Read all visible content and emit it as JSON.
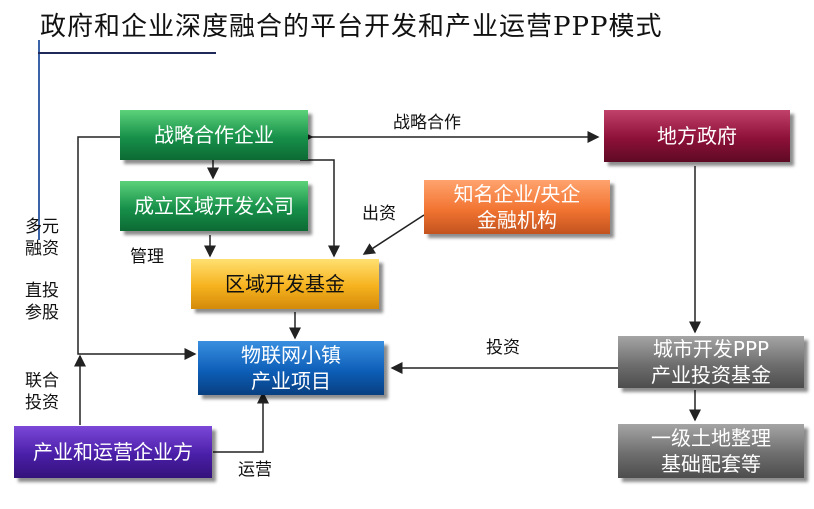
{
  "title": "政府和企业深度融合的平台开发和产业运营PPP模式",
  "nodes": {
    "strategic_partner": "战略合作企业",
    "local_government": "地方政府",
    "regional_dev_company": "成立区域开发公司",
    "famous_enterprises_line1": "知名企业/央企",
    "famous_enterprises_line2": "金融机构",
    "regional_dev_fund": "区域开发基金",
    "iot_town_line1": "物联网小镇",
    "iot_town_line2": "产业项目",
    "city_ppp_fund_line1": "城市开发PPP",
    "city_ppp_fund_line2": "产业投资基金",
    "land_prep_line1": "一级土地整理",
    "land_prep_line2": "基础配套等",
    "industry_operator": "产业和运营企业方"
  },
  "edge_labels": {
    "strategic_cooperation": "战略合作",
    "capital_contribution": "出资",
    "management": "管理",
    "investment": "投资",
    "operation": "运营",
    "multi_financing_line1": "多元",
    "multi_financing_line2": "融资",
    "direct_investment_line1": "直投",
    "direct_investment_line2": "参股",
    "joint_investment_line1": "联合",
    "joint_investment_line2": "投资"
  },
  "colors": {
    "green": "#17904a",
    "red": "#8d1039",
    "orange": "#f27431",
    "gold": "#f6b21e",
    "blue": "#0d5fb8",
    "gray": "#6e6e6e",
    "purple": "#4a1fa8",
    "arrow": "#222222"
  }
}
